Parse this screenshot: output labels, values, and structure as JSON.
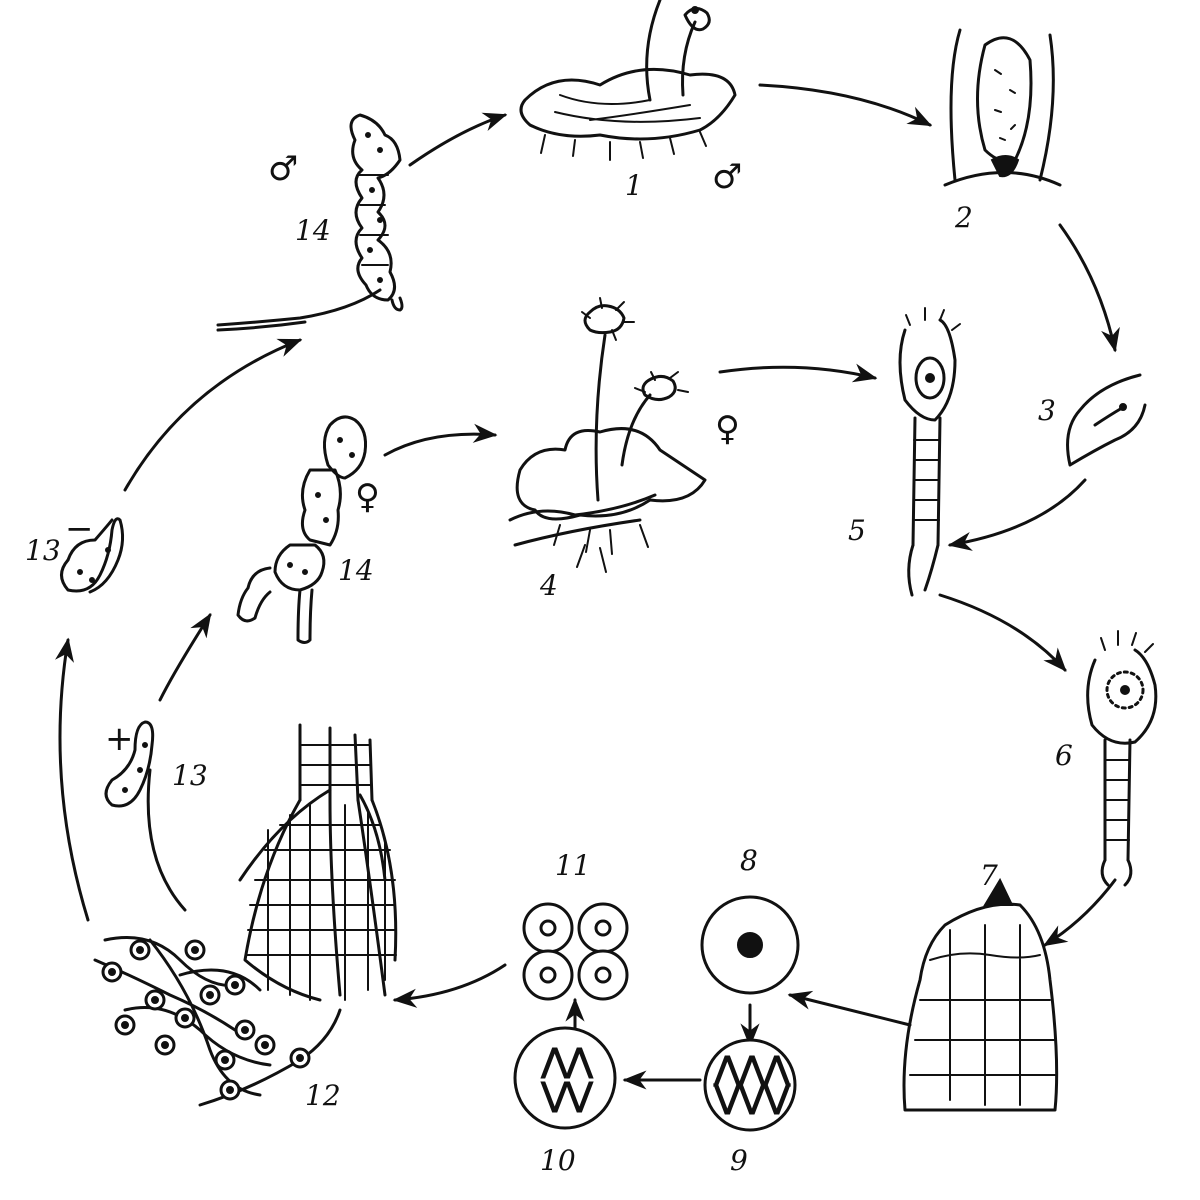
{
  "stages": {
    "s1": "1",
    "s2": "2",
    "s3": "3",
    "s4": "4",
    "s5": "5",
    "s6": "6",
    "s7": "7",
    "s8": "8",
    "s9": "9",
    "s10": "10",
    "s11": "11",
    "s12": "12",
    "s13a": "13",
    "s13b": "13",
    "s14a": "14",
    "s14b": "14"
  },
  "symbols": {
    "male": "♂",
    "female": "♀",
    "minus": "−",
    "plus": "+"
  },
  "chromosomes": {
    "nine_top": "⋀⋀⋀",
    "nine_bottom": "⋁⋁⋁",
    "ten_top": "⋀⋀",
    "ten_bottom": "⋁⋁"
  }
}
